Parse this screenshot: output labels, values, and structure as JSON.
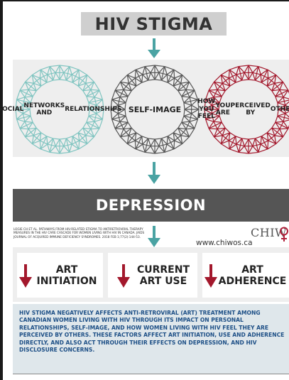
{
  "title": "HIV STIGMA",
  "factors": [
    {
      "label_lines": [
        "SOCIAL",
        "NETWORKS AND",
        "RELATIONSHIPS"
      ],
      "ring_color": "#7fc4c0"
    },
    {
      "label_lines": [
        "SELF-IMAGE"
      ],
      "ring_color": "#555555"
    },
    {
      "label_lines": [
        "HOW YOU FEEL",
        "YOU ARE",
        "PERCEIVED BY",
        "OTHERS"
      ],
      "ring_color": "#a3182c"
    }
  ],
  "outcome": "DEPRESSION",
  "citation": "LOGIE CH ET AL. PATHWAYS FROM HIV-RELATED STIGMA TO ANTIRETROVIRAL THERAPY MEASURES IN THE HIV CARE CASCADE FOR WOMEN LIVING WITH HIV IN CANADA. JAIDS JOURNAL OF ACQUIRED IMMUNE DEFICIENCY SYNDROMES. 2018 FEB 1;77(2):144-53.",
  "website": "www.chiwos.ca",
  "logo": {
    "text": "CHIW",
    "icon": "female-symbol-icon"
  },
  "measures": [
    {
      "label_lines": [
        "ART",
        "INITIATION"
      ]
    },
    {
      "label_lines": [
        "CURRENT",
        "ART USE"
      ]
    },
    {
      "label_lines": [
        "ART",
        "ADHERENCE"
      ]
    }
  ],
  "summary": "HIV STIGMA NEGATIVELY AFFECTS ANTI-RETROVIRAL (ART) TREATMENT AMONG CANADIAN WOMEN LIVING WITH HIV THROUGH ITS IMPACT ON PERSONAL RELATIONSHIPS, SELF-IMAGE, AND HOW WOMEN LIVING WITH HIV FEEL THEY ARE PERCEIVED BY OTHERS. THESE FACTORS AFFECT ART INITIATION, USE AND ADHERENCE DIRECTLY, AND ALSO ACT THROUGH THEIR EFFECTS ON DEPRESSION, AND HIV DISCLOSURE CONCERNS.",
  "colors": {
    "teal_arrow": "#4aa3a3",
    "down_arrow": "#a3182c",
    "depression_band": "#555555",
    "summary_bg": "#dfe7eb",
    "summary_text": "#1d4f86"
  },
  "icons": {
    "flow_arrow": "down-arrow-icon",
    "decrease_arrow": "decrease-arrow-icon"
  }
}
